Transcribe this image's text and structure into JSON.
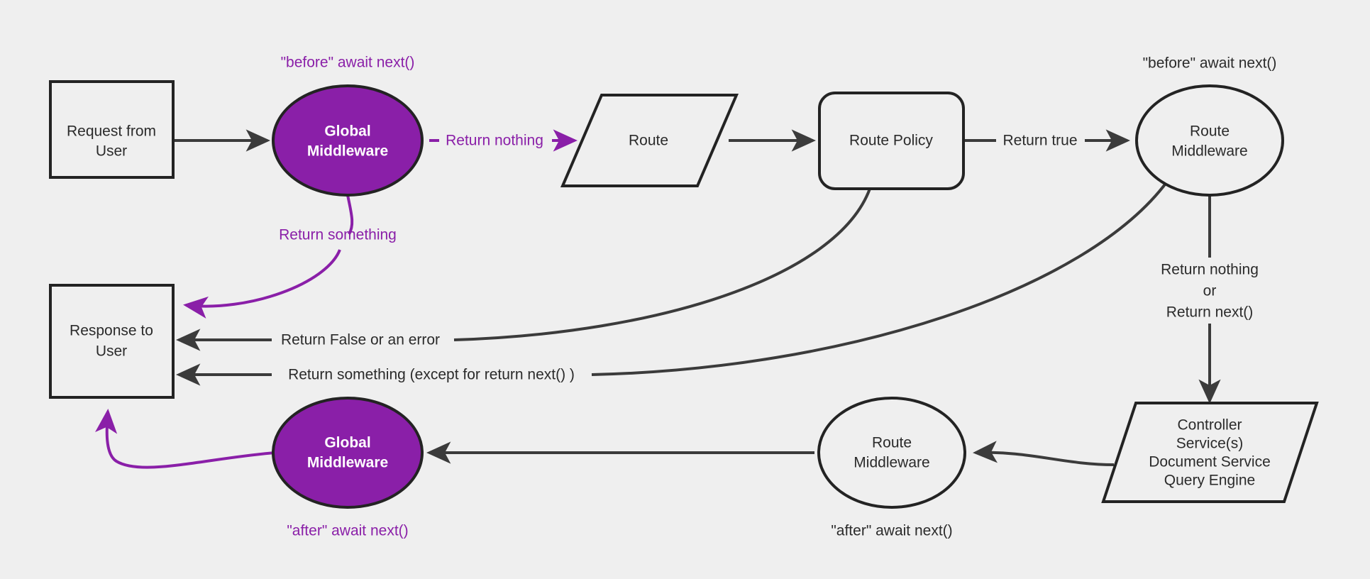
{
  "diagram": {
    "title": "Request lifecycle middleware flow",
    "background_color": "#efefef",
    "accent_color": "#8a1fa8",
    "line_color": "#3b3b3b",
    "text_color": "#2b2b2b",
    "nodes": {
      "request_from_user": {
        "line1": "Request from",
        "line2": "User",
        "shape": "rectangle"
      },
      "global_middleware_before": {
        "line1": "Global",
        "line2": "Middleware",
        "shape": "ellipse",
        "fill": "#8a1fa8"
      },
      "route": {
        "line1": "Route",
        "shape": "parallelogram"
      },
      "route_policy": {
        "line1": "Route Policy",
        "shape": "rounded-rectangle"
      },
      "route_middleware_before": {
        "line1": "Route",
        "line2": "Middleware",
        "shape": "ellipse"
      },
      "controller_stack": {
        "line1": "Controller",
        "line2": "Service(s)",
        "line3": "Document Service",
        "line4": "Query Engine",
        "shape": "parallelogram"
      },
      "route_middleware_after": {
        "line1": "Route",
        "line2": "Middleware",
        "shape": "ellipse"
      },
      "global_middleware_after": {
        "line1": "Global",
        "line2": "Middleware",
        "shape": "ellipse",
        "fill": "#8a1fa8"
      },
      "response_to_user": {
        "line1": "Response to",
        "line2": "User",
        "shape": "rectangle"
      }
    },
    "edge_labels": {
      "return_nothing": "Return nothing",
      "return_something": "Return something",
      "return_true": "Return true",
      "return_false_or_error": "Return False or an error",
      "return_something_except_next": "Return something (except for return next() )",
      "return_nothing_or_next_line1": "Return nothing",
      "return_nothing_or_next_line2": "or",
      "return_nothing_or_next_line3": "Return next()"
    },
    "annotations": {
      "before_global": "\"before\" await next()",
      "before_route": "\"before\" await next()",
      "after_global": "\"after\" await next()",
      "after_route": "\"after\" await next()"
    }
  }
}
